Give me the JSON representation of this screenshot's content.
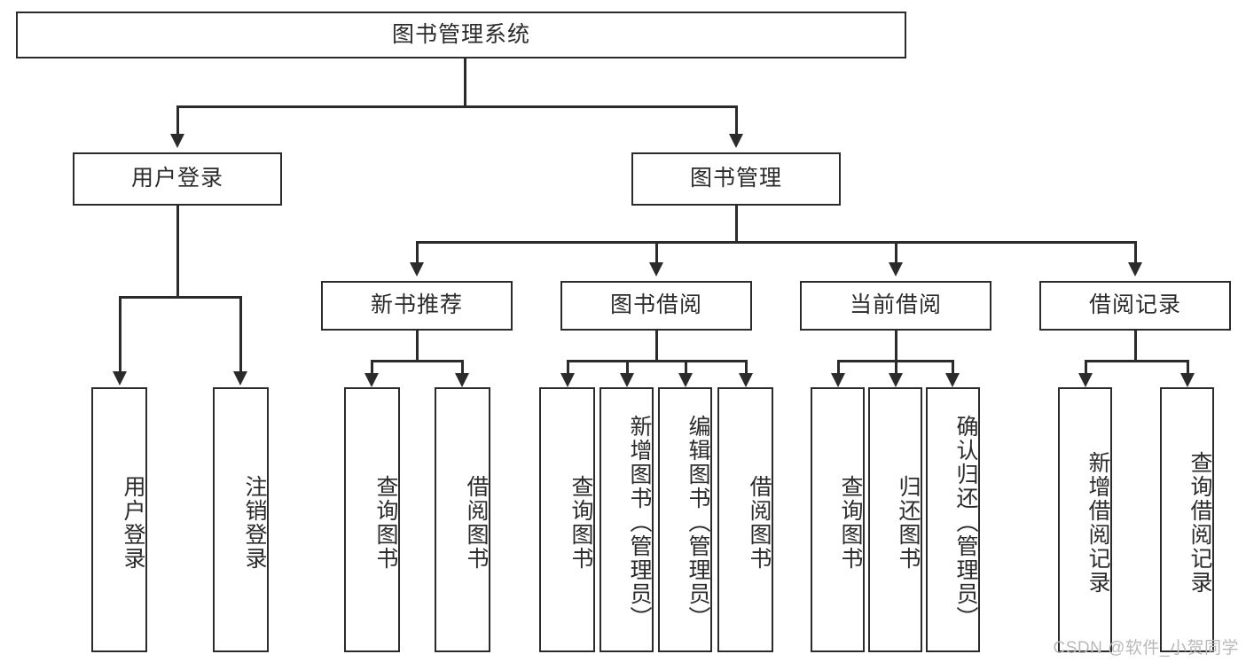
{
  "diagram": {
    "title": "图书管理系统",
    "type": "tree-hierarchy",
    "root": {
      "label": "图书管理系统"
    },
    "level1": [
      {
        "label": "用户登录"
      },
      {
        "label": "图书管理"
      }
    ],
    "level2": [
      {
        "label": "新书推荐"
      },
      {
        "label": "图书借阅"
      },
      {
        "label": "当前借阅"
      },
      {
        "label": "借阅记录"
      }
    ],
    "leaves": {
      "user_login": [
        {
          "label": "用户登录"
        },
        {
          "label": "注销登录"
        }
      ],
      "new_book_recommend": [
        {
          "label": "查询图书"
        },
        {
          "label": "借阅图书"
        }
      ],
      "book_borrow": [
        {
          "label": "查询图书"
        },
        {
          "label": "新增图书（管理员）"
        },
        {
          "label": "编辑图书（管理员）"
        },
        {
          "label": "借阅图书"
        }
      ],
      "current_borrow": [
        {
          "label": "查询图书"
        },
        {
          "label": "归还图书"
        },
        {
          "label": "确认归还（管理员）"
        }
      ],
      "borrow_records": [
        {
          "label": "新增借阅记录"
        },
        {
          "label": "查询借阅记录"
        }
      ]
    }
  },
  "watermark": {
    "text": "CSDN @软件_小贺同学"
  },
  "colors": {
    "stroke": "#2b2b2b",
    "background": "#ffffff",
    "watermark": "#b9b9b9"
  }
}
